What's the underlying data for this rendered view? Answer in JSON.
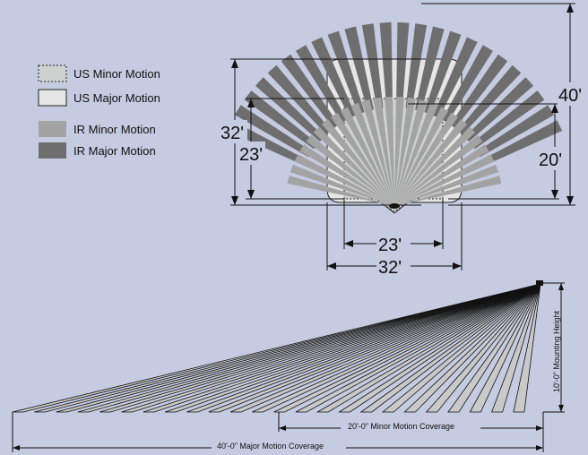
{
  "legend": [
    {
      "label": "US Minor Motion",
      "swatch": "us-minor"
    },
    {
      "label": "US Major Motion",
      "swatch": "us-major"
    },
    {
      "label": "IR Minor Motion",
      "swatch": "ir-minor"
    },
    {
      "label": "IR Major Motion",
      "swatch": "ir-major"
    }
  ],
  "colors": {
    "background": "#c5cbe0",
    "us_major_fill": "#e6e6e6",
    "us_minor_fill": "#cfd0d0",
    "ir_minor": "#a3a3a3",
    "ir_major": "#6e6e6e",
    "side_fill": "#c9c9c9"
  },
  "top_view": {
    "left_outer_label": "32'",
    "left_inner_label": "23'",
    "right_outer_label": "40'",
    "right_inner_label": "20'",
    "bottom_inner_label": "23'",
    "bottom_outer_label": "32'"
  },
  "side_view": {
    "height_label": "10'-0\" Mounting Height",
    "minor_label": "20'-0\" Minor Motion Coverage",
    "major_label": "40'-0\" Major Motion Coverage"
  }
}
